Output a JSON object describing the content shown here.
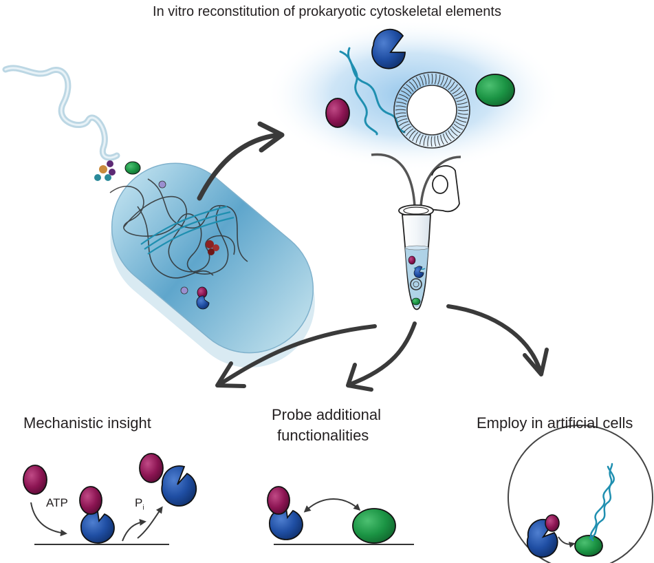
{
  "title": "In vitro reconstitution of prokaryotic cytoskeletal elements",
  "outcomes": {
    "mechanistic": "Mechanistic insight",
    "probe_line1": "Probe additional",
    "probe_line2": "functionalities",
    "employ": "Employ in artificial cells"
  },
  "mechanism_labels": {
    "atp": "ATP",
    "pi_main": "P",
    "pi_sub": "i"
  },
  "colors": {
    "magenta_protein": "#8c1553",
    "blue_protein": "#1f4ea3",
    "green_protein": "#1b9444",
    "filament_teal": "#1f8fb0",
    "cell_body": "#8fc3de",
    "arrow_gray": "#3a3a3a"
  }
}
